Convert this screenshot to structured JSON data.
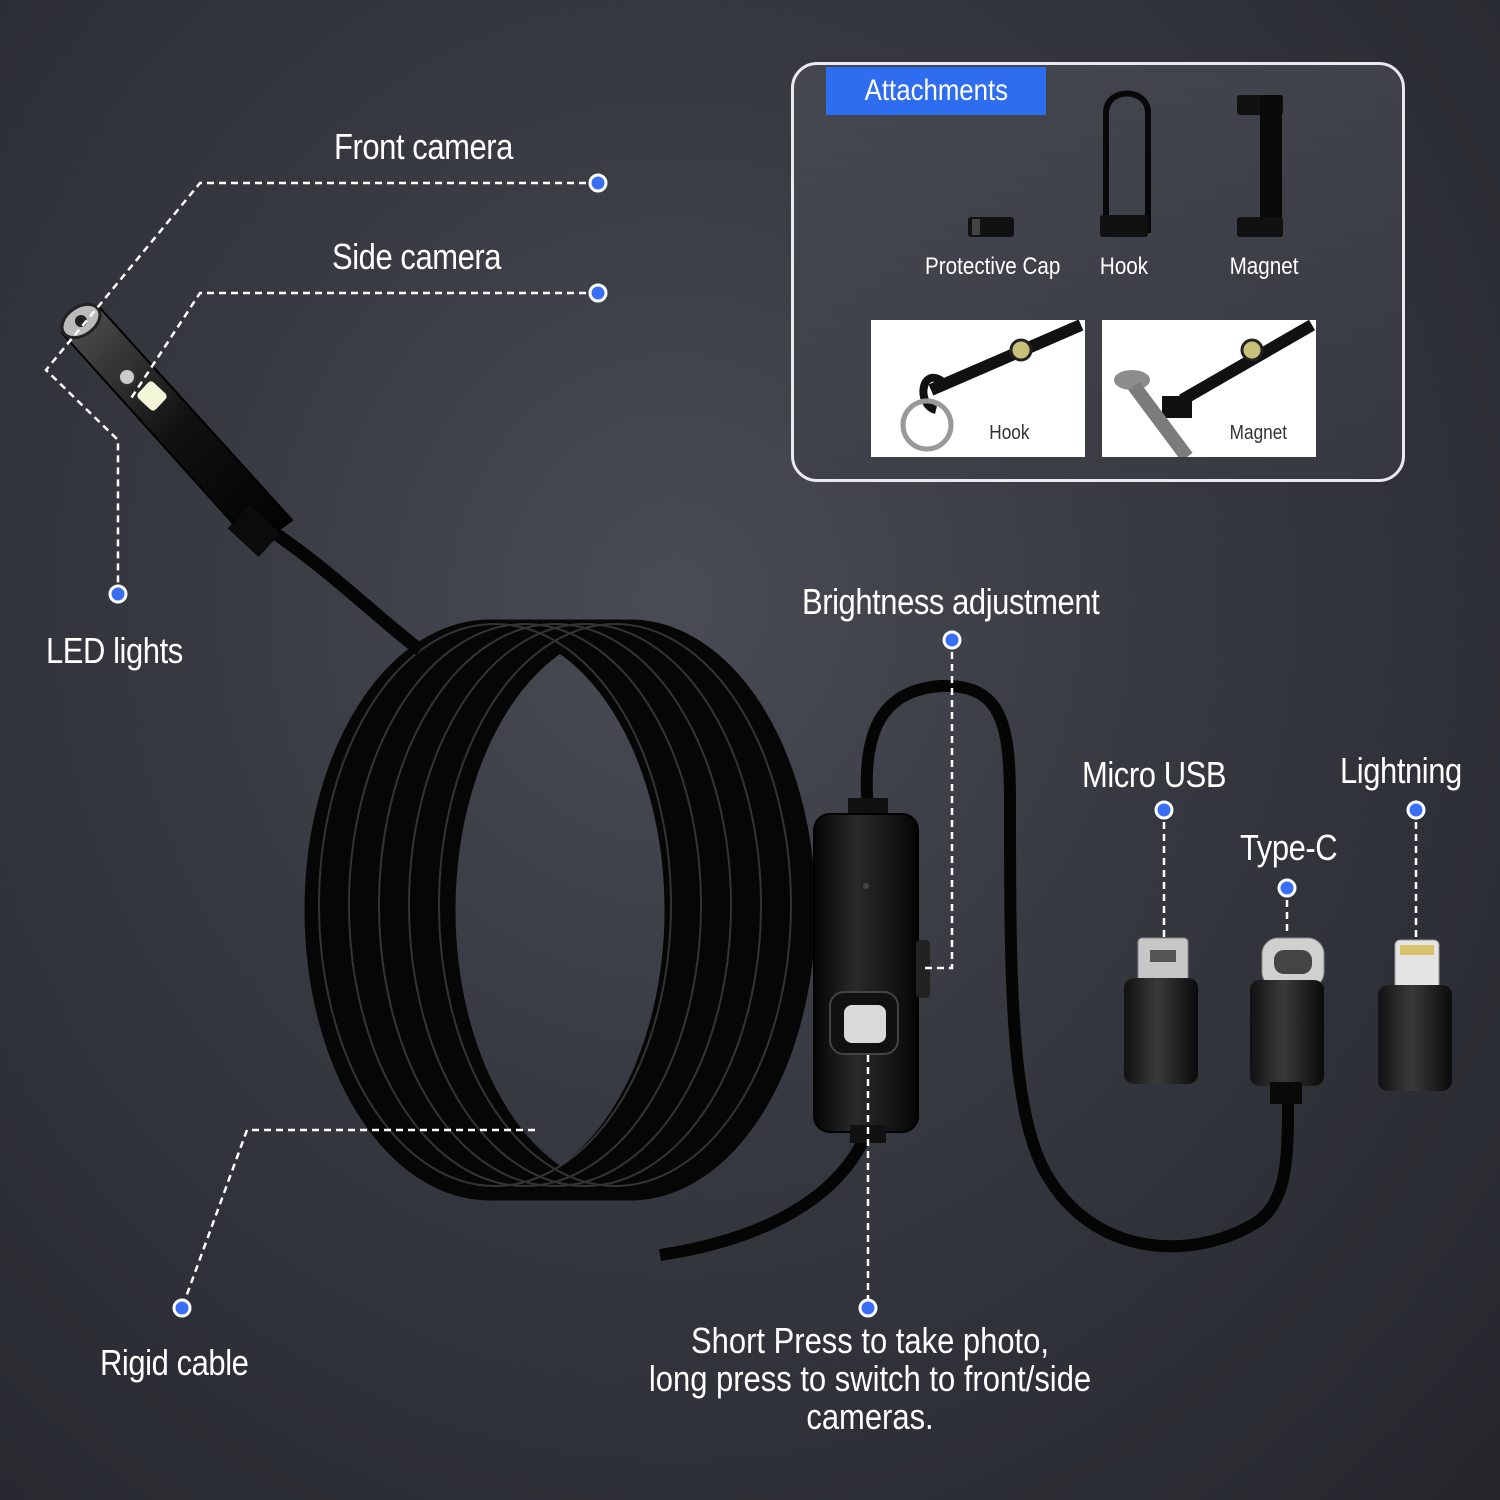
{
  "labels": {
    "front_camera": "Front camera",
    "side_camera": "Side camera",
    "led_lights": "LED lights",
    "brightness": "Brightness adjustment",
    "micro_usb": "Micro USB",
    "type_c": "Type-C",
    "lightning": "Lightning",
    "rigid_cable": "Rigid cable",
    "button_line1": "Short Press to take photo,",
    "button_line2": "long press to switch to front/side",
    "button_line3": "cameras."
  },
  "attachments": {
    "title": "Attachments",
    "items": [
      "Protective Cap",
      "Hook",
      "Magnet"
    ],
    "photos": [
      "Hook",
      "Magnet"
    ]
  },
  "colors": {
    "accent_blue": "#2f6df0",
    "dot_blue": "#3a6ff5",
    "panel_border": "#e9e9ee"
  }
}
